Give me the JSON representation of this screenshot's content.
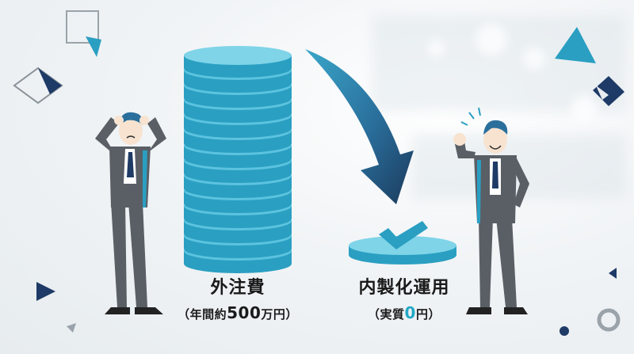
{
  "outsourcing": {
    "title": "外注費",
    "sub_open": "（年間約",
    "sub_amount": "500",
    "sub_close": "万円）"
  },
  "inhouse": {
    "title": "内製化運用",
    "sub_open": "（実質",
    "sub_amount": "0",
    "sub_close": "円）"
  },
  "colors": {
    "coin_top": "#7fd4e8",
    "coin_side": "#2a9fc2",
    "arrow_dark": "#1b3a5c",
    "arrow_light": "#3aa6c9",
    "accent": "#23a8c6",
    "suit": "#5a5f66",
    "navy": "#1e3a66"
  },
  "icons": {
    "coin_stack": "coin-stack-icon",
    "arrow": "curved-down-arrow-icon",
    "check": "check-mark-icon",
    "worried_person": "worried-businessman-icon",
    "happy_person": "happy-businessman-icon"
  }
}
